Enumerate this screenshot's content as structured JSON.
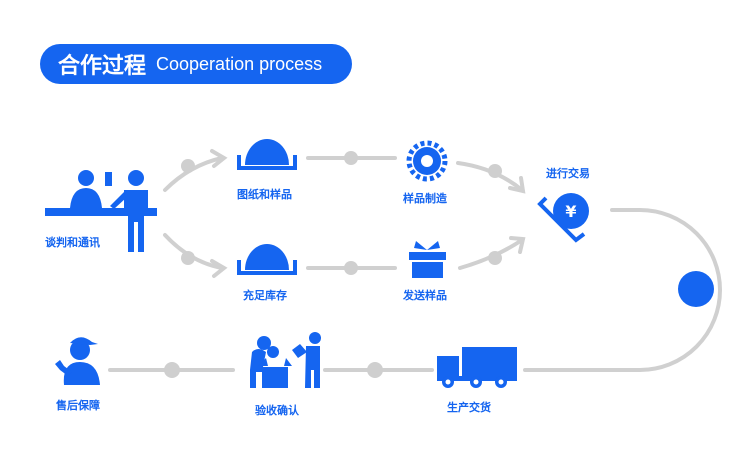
{
  "title": {
    "zh": "合作过程",
    "en": "Cooperation process"
  },
  "colors": {
    "accent": "#1565f0",
    "track": "#d0d0d0"
  },
  "steps": [
    {
      "label": "谈判和通讯",
      "icon": "negotiation-icon"
    },
    {
      "label": "图纸和样品",
      "icon": "bowl-icon"
    },
    {
      "label": "充足库存",
      "icon": "bowl-icon"
    },
    {
      "label": "样品制造",
      "icon": "gear-icon"
    },
    {
      "label": "发送样品",
      "icon": "gift-icon"
    },
    {
      "label": "进行交易",
      "icon": "yen-coin-icon"
    },
    {
      "label": "生产交货",
      "icon": "truck-icon"
    },
    {
      "label": "验收确认",
      "icon": "inspection-icon"
    },
    {
      "label": "售后保障",
      "icon": "support-worker-icon"
    }
  ]
}
